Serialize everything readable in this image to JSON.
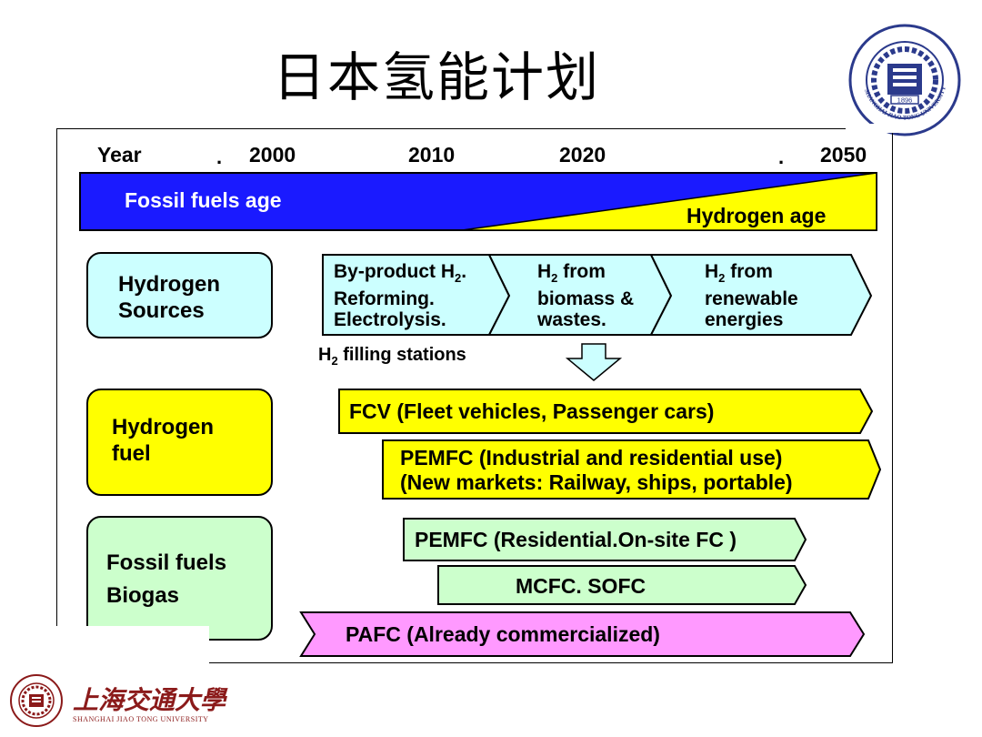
{
  "slide": {
    "title": "日本氢能计划",
    "university_en": "SHANGHAI JIAO TONG UNIVERSITY",
    "university_cn": "上海交通大學",
    "seal_year": "1896"
  },
  "timeline": {
    "year_label": "Year",
    "years": [
      "2000",
      "2010",
      "2020",
      "2050"
    ],
    "fossil_age": "Fossil fuels age",
    "hydrogen_age": "Hydrogen age"
  },
  "rows": {
    "sources": {
      "label_line1": "Hydrogen",
      "label_line2": "Sources",
      "arrows": [
        {
          "l1_pre": "By-product H",
          "l1_sub": "2",
          "l1_post": ".",
          "l2": "Reforming.",
          "l3": "Electrolysis."
        },
        {
          "l1_pre": "H",
          "l1_sub": "2",
          "l1_post": " from",
          "l2": "biomass &",
          "l3": "wastes."
        },
        {
          "l1_pre": "H",
          "l1_sub": "2",
          "l1_post": " from",
          "l2": "renewable",
          "l3": "energies"
        }
      ],
      "filling_pre": "H",
      "filling_sub": "2",
      "filling_post": " filling stations"
    },
    "fuel": {
      "label_line1": "Hydrogen",
      "label_line2": "fuel",
      "fcv": "FCV (Fleet vehicles, Passenger cars)",
      "pemfc_line1": "PEMFC (Industrial and residential use)",
      "pemfc_line2": "(New markets: Railway, ships, portable)"
    },
    "fossil": {
      "label_line1": "Fossil fuels",
      "label_line2": "Biogas",
      "pemfc": "PEMFC (Residential.On-site FC )",
      "mcfc": "MCFC. SOFC",
      "pafc": "PAFC (Already commercialized)"
    }
  },
  "colors": {
    "fossil_blue": "#1a1aff",
    "hydrogen_yellow": "#ffff00",
    "light_cyan": "#ccffff",
    "light_green": "#ccffcc",
    "pink": "#ff99ff",
    "seal_blue": "#2b3a8c",
    "seal_red": "#8b1a1a"
  },
  "icons": [
    "university-seal-icon",
    "down-arrow-icon"
  ]
}
